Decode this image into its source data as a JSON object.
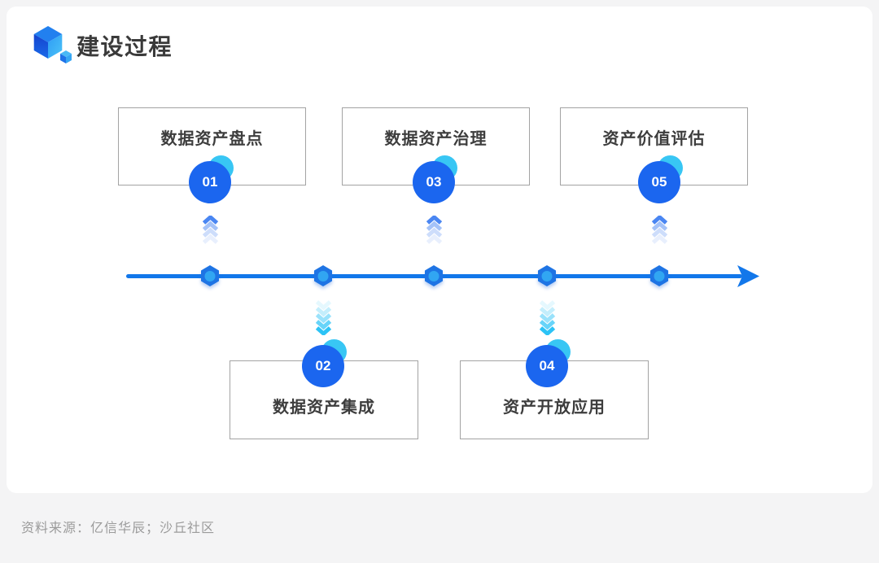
{
  "header": {
    "title": "建设过程",
    "logo_icon": "blue-cube-logo"
  },
  "stages": [
    {
      "number": "01",
      "label": "数据资产盘点",
      "position": "top"
    },
    {
      "number": "02",
      "label": "数据资产集成",
      "position": "bottom"
    },
    {
      "number": "03",
      "label": "数据资产治理",
      "position": "top"
    },
    {
      "number": "04",
      "label": "资产开放应用",
      "position": "bottom"
    },
    {
      "number": "05",
      "label": "资产价值评估",
      "position": "top"
    }
  ],
  "timeline": {
    "direction": "left-to-right",
    "node_count": 5,
    "node_icon": "hexagon-node",
    "up_connector_icon": "chevron-up",
    "down_connector_icon": "chevron-down"
  },
  "footer": {
    "source": "资料来源：亿信华辰；沙丘社区"
  },
  "colors": {
    "badge_blue": "#1b66ef",
    "badge_cyan_accent": "#38c6f4",
    "timeline_blue": "#1277ea",
    "hexagon_fill": "#1e74e4",
    "hexagon_dot": "#31a6f2",
    "chevron_up_blue": "#4a86f2",
    "chevron_down_cyan": "#2cc3f6",
    "box_border_gray": "#a3a3a3",
    "text_dark": "#3d3d3d",
    "source_gray": "#9b9b9b",
    "page_background": "#f4f4f5",
    "card_background": "#ffffff"
  }
}
